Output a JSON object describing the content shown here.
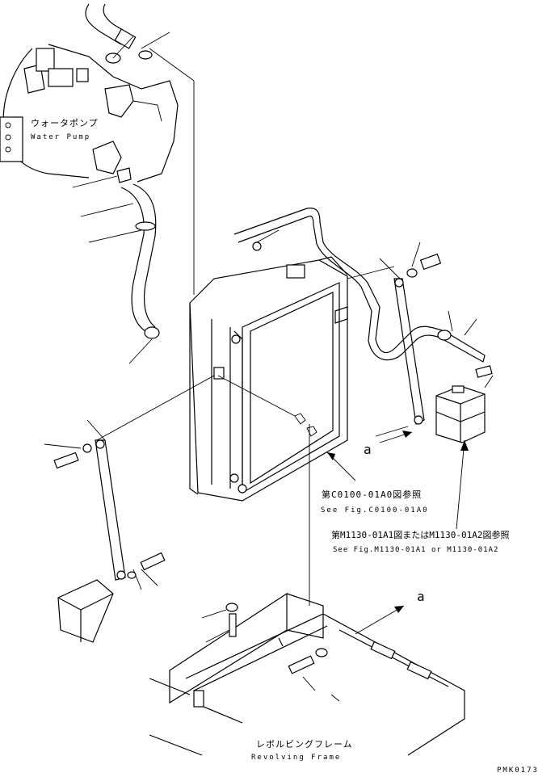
{
  "labels": {
    "water_pump_jp": "ウォータポンプ",
    "water_pump_en": "Water Pump",
    "ref1_jp": "第C0100-01A0図参照",
    "ref1_en": "See Fig.C0100-01A0",
    "ref2_jp": "第M1130-01A1図またはM1130-01A2図参照",
    "ref2_en": "See Fig.M1130-01A1 or M1130-01A2",
    "frame_jp": "レボルビングフレーム",
    "frame_en": "Revolving Frame",
    "arrow_a_1": "a",
    "arrow_a_2": "a",
    "drawing_code": "PMK0173"
  }
}
